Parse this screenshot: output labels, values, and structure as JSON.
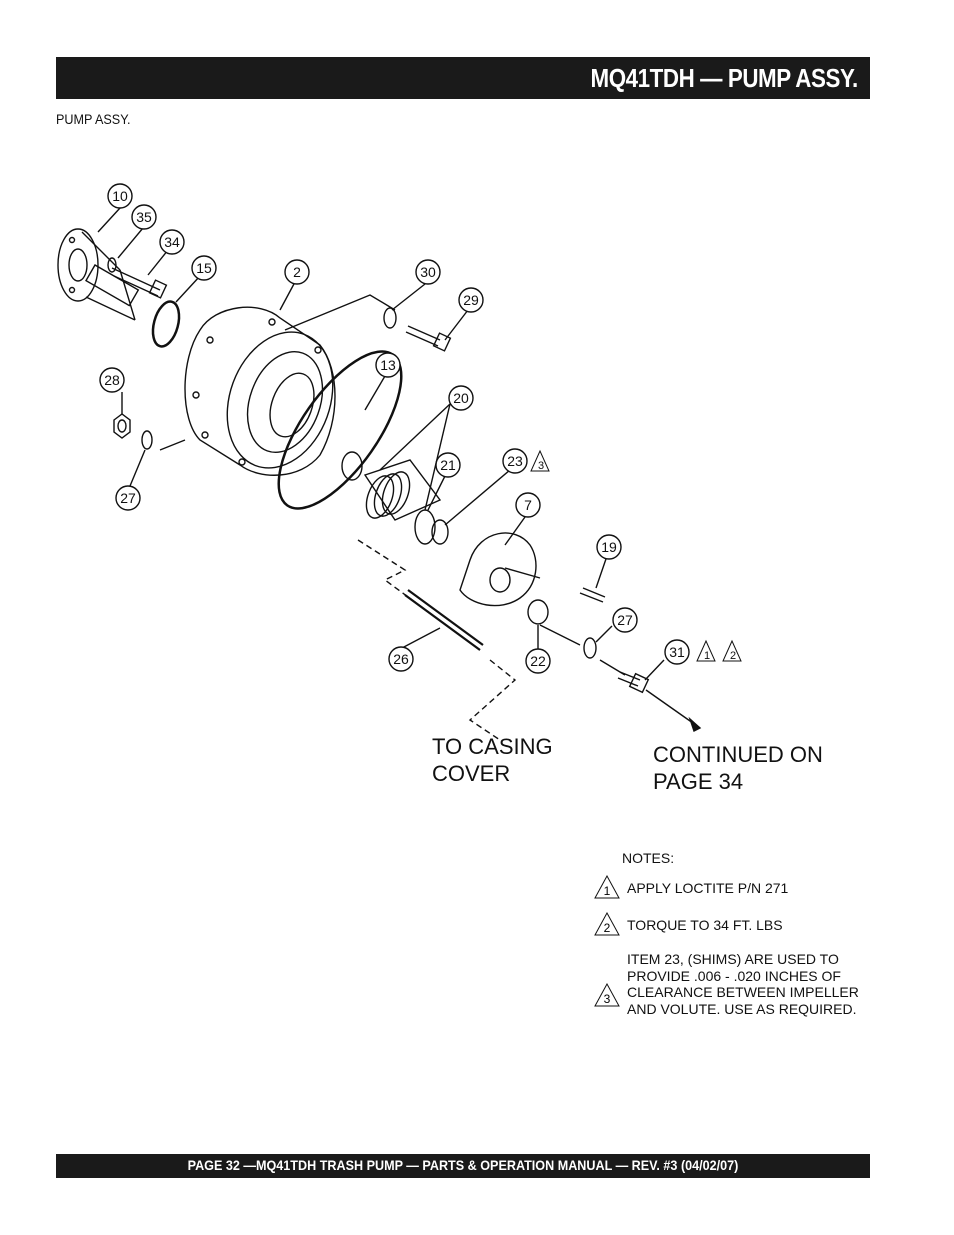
{
  "header": {
    "title": "MQ41TDH — PUMP ASSY."
  },
  "section_label": "PUMP ASSY.",
  "diagram": {
    "parts": [
      {
        "id": "p10",
        "label": "10"
      },
      {
        "id": "p35",
        "label": "35"
      },
      {
        "id": "p34",
        "label": "34"
      },
      {
        "id": "p15",
        "label": "15"
      },
      {
        "id": "p2",
        "label": "2"
      },
      {
        "id": "p30",
        "label": "30"
      },
      {
        "id": "p29",
        "label": "29"
      },
      {
        "id": "p13",
        "label": "13"
      },
      {
        "id": "p20",
        "label": "20"
      },
      {
        "id": "p28",
        "label": "28"
      },
      {
        "id": "p21",
        "label": "21"
      },
      {
        "id": "p23",
        "label": "23"
      },
      {
        "id": "p27a",
        "label": "27"
      },
      {
        "id": "p7",
        "label": "7"
      },
      {
        "id": "p19",
        "label": "19"
      },
      {
        "id": "p27b",
        "label": "27"
      },
      {
        "id": "p26",
        "label": "26"
      },
      {
        "id": "p22",
        "label": "22"
      },
      {
        "id": "p31",
        "label": "31"
      }
    ],
    "note_marks": {
      "n1": "1",
      "n2": "2",
      "n3": "3"
    },
    "to_casing_cover": "TO CASING COVER",
    "continued": "CONTINUED ON PAGE 34"
  },
  "notes": {
    "title": "NOTES:",
    "items": [
      {
        "mark": "1",
        "text": "APPLY LOCTITE  P/N 271"
      },
      {
        "mark": "2",
        "text": "TORQUE TO 34 FT. LBS"
      },
      {
        "mark": "3",
        "text": "ITEM 23, (SHIMS) ARE USED TO PROVIDE .006 - .020 INCHES OF CLEARANCE BETWEEN IMPELLER AND VOLUTE. USE AS REQUIRED."
      }
    ]
  },
  "footer": {
    "text": "PAGE 32 —MQ41TDH TRASH PUMP  — PARTS & OPERATION MANUAL — REV. #3 (04/02/07)"
  }
}
